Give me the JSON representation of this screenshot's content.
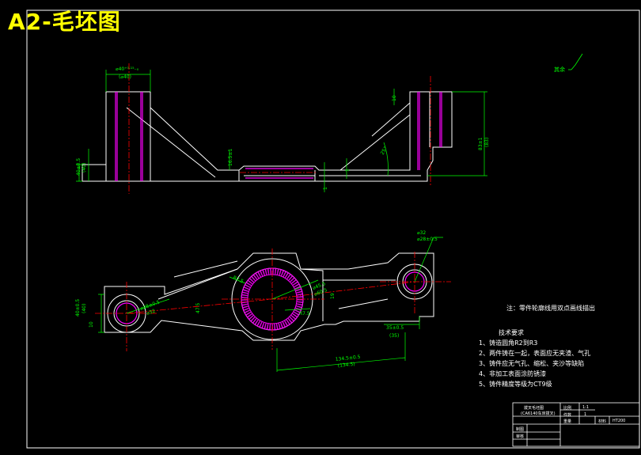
{
  "title": "A2-毛坯图",
  "surface_note": "其余",
  "front_view": {
    "dims": {
      "left_dia": "⌀40⁺⁰·¹⁵₋₀",
      "left_dia_nom": "(⌀40)",
      "left_height": "40±0.5",
      "left_height_nom": "(40)",
      "web_height": "16.5±1",
      "gap": "1",
      "bottom_gap": "1",
      "angle": "25°",
      "right_top": "10",
      "right_height": "83±1",
      "right_height_nom": "(83)"
    }
  },
  "top_view": {
    "dims": {
      "small_dia": "⌀32",
      "small_dia2": "⌀28±0.5",
      "left_dia": "⌀28±0.5",
      "left_dia2": "⌀32",
      "left_h": "40±0.5",
      "left_h_nom": "(40)",
      "left_t": "10",
      "hub_dia": "⌀45.5",
      "hub_dia2": "⌀60.5",
      "r1": "R7.5",
      "r2": "R7.5",
      "right_off": "35±0.5",
      "right_off_nom": "(35)",
      "center_dist": "134.5±0.5",
      "center_dist_nom": "(134.5)",
      "left_center": "47.5",
      "right_center": "19"
    }
  },
  "note": "注：零件轮廓线用双点画线描出",
  "requirements": {
    "title": "技术要求",
    "items": [
      "1、铸造圆角R2到R3",
      "2、两件铸在一起，表面应无夹渣、气孔",
      "3、铸件应无气孔、缩松、夹沙等缺陷",
      "4、非加工表面涂防锈漆",
      "5、铸件精度等级为CT9级"
    ]
  },
  "title_block": {
    "part_name": "拨叉毛坯图",
    "part_sub": "(CA6140车床拨叉)",
    "ratio_label": "比例",
    "ratio": "1:1",
    "qty_label": "件数",
    "qty": "1",
    "weight_label": "重量",
    "material_label": "材料",
    "material": "HT200",
    "drawn_label": "制图",
    "checked_label": "审核"
  },
  "colors": {
    "background": "#000000",
    "outline": "#ffffff",
    "dimension": "#00ff00",
    "centerline": "#ff0000",
    "magenta": "#ff00ff",
    "title": "#ffff00"
  }
}
